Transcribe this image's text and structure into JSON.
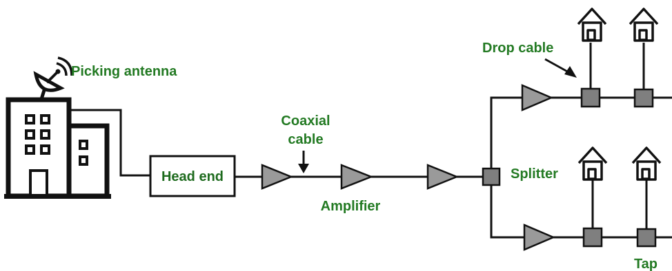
{
  "labels": {
    "picking_antenna": "Picking antenna",
    "head_end": "Head end",
    "coaxial_line1": "Coaxial",
    "coaxial_line2": "cable",
    "amplifier": "Amplifier",
    "splitter": "Splitter",
    "drop_cable": "Drop cable",
    "tap": "Tap"
  },
  "colors": {
    "label_green": "#237a23",
    "amplifier_fill": "#9a9a9a",
    "node_fill": "#7f7f7f",
    "line": "#111111"
  },
  "icons": [
    "satellite-dish-icon",
    "building-icon",
    "house-icon"
  ]
}
